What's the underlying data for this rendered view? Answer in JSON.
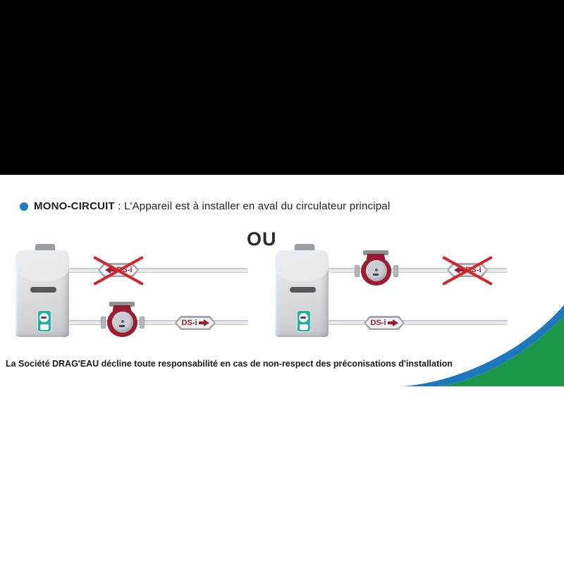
{
  "content": {
    "heading": {
      "label_bold": "MONO-CIRCUIT",
      "label_rest": " : L'Appareil est à installer en aval du circulateur principal"
    },
    "or_label": "OU",
    "device_label": "DS-i",
    "disclaimer": "La Société DRAG'EAU décline toute responsabilité en cas de non-respect des préconisations d'installation"
  },
  "colors": {
    "bullet_blue": "#1b80c6",
    "swoosh_blue": "#1d78be",
    "swoosh_green": "#1d9548",
    "device_red": "#9c1b2e",
    "cross_red": "#d2262c",
    "panel_teal": "#23b0a1"
  },
  "diagrams": {
    "left": {
      "top_pipe": {
        "device": "DS-i",
        "status": "crossed-out",
        "arrow_direction": "left"
      },
      "bottom_pipe": {
        "pump": "circulateur principal",
        "device": "DS-i",
        "status": "ok",
        "arrow_direction": "right"
      }
    },
    "right": {
      "top_pipe": {
        "pump": "circulateur principal",
        "device": "DS-i",
        "status": "crossed-out",
        "arrow_direction": "left"
      },
      "bottom_pipe": {
        "device": "DS-i",
        "status": "ok",
        "arrow_direction": "right"
      }
    }
  }
}
